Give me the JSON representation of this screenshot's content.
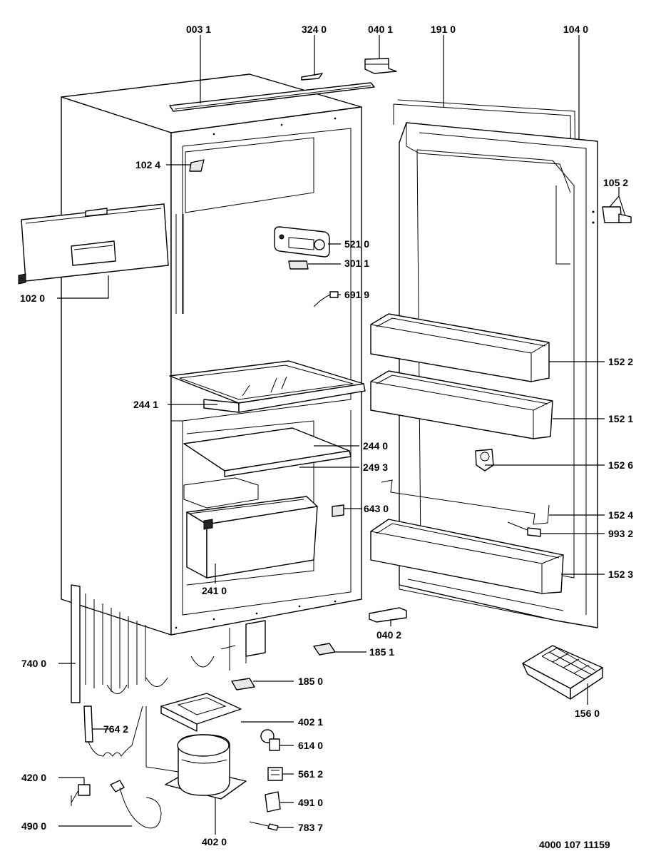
{
  "diagram": {
    "labels": [
      {
        "id": "lbl-003-1",
        "text": "003 1"
      },
      {
        "id": "lbl-324-0",
        "text": "324 0"
      },
      {
        "id": "lbl-040-1",
        "text": "040 1"
      },
      {
        "id": "lbl-191-0",
        "text": "191 0"
      },
      {
        "id": "lbl-104-0",
        "text": "104 0"
      },
      {
        "id": "lbl-102-4",
        "text": "102 4"
      },
      {
        "id": "lbl-105-2",
        "text": "105 2"
      },
      {
        "id": "lbl-521-0",
        "text": "521 0"
      },
      {
        "id": "lbl-301-1",
        "text": "301 1"
      },
      {
        "id": "lbl-102-0",
        "text": "102 0"
      },
      {
        "id": "lbl-691-9",
        "text": "691 9"
      },
      {
        "id": "lbl-152-2",
        "text": "152 2"
      },
      {
        "id": "lbl-244-1",
        "text": "244 1"
      },
      {
        "id": "lbl-152-1",
        "text": "152 1"
      },
      {
        "id": "lbl-244-0",
        "text": "244 0"
      },
      {
        "id": "lbl-249-3",
        "text": "249 3"
      },
      {
        "id": "lbl-152-6",
        "text": "152 6"
      },
      {
        "id": "lbl-643-0",
        "text": "643 0"
      },
      {
        "id": "lbl-152-4",
        "text": "152 4"
      },
      {
        "id": "lbl-993-2",
        "text": "993 2"
      },
      {
        "id": "lbl-152-3",
        "text": "152 3"
      },
      {
        "id": "lbl-241-0",
        "text": "241 0"
      },
      {
        "id": "lbl-040-2",
        "text": "040 2"
      },
      {
        "id": "lbl-185-1",
        "text": "185 1"
      },
      {
        "id": "lbl-740-0",
        "text": "740 0"
      },
      {
        "id": "lbl-185-0",
        "text": "185 0"
      },
      {
        "id": "lbl-156-0",
        "text": "156 0"
      },
      {
        "id": "lbl-402-1",
        "text": "402 1"
      },
      {
        "id": "lbl-764-2",
        "text": "764 2"
      },
      {
        "id": "lbl-614-0",
        "text": "614 0"
      },
      {
        "id": "lbl-420-0",
        "text": "420 0"
      },
      {
        "id": "lbl-561-2",
        "text": "561 2"
      },
      {
        "id": "lbl-491-0",
        "text": "491 0"
      },
      {
        "id": "lbl-490-0",
        "text": "490 0"
      },
      {
        "id": "lbl-783-7",
        "text": "783 7"
      },
      {
        "id": "lbl-402-0",
        "text": "402 0"
      }
    ],
    "document_number": "4000 107 11159"
  }
}
